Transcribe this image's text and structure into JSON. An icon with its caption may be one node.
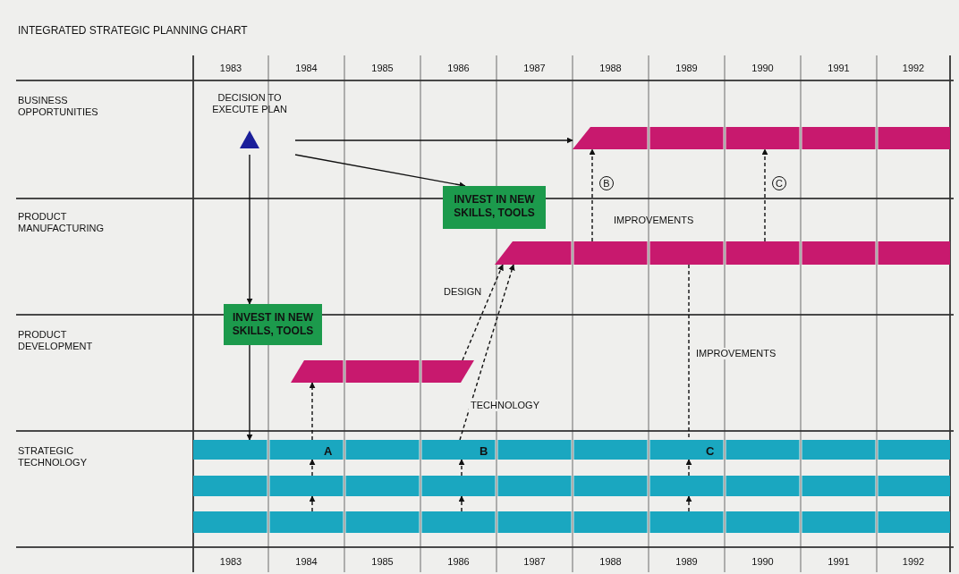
{
  "diagram": {
    "title": "INTEGRATED STRATEGIC PLANNING CHART",
    "nodes": [
      {
        "text": [
          "DECISION TO EXECUTE PLAN"
        ]
      },
      {
        "text": [
          "INVEST IN NEW SKILLS, TOOLS"
        ]
      },
      {
        "text": [
          "INVEST IN NEW SKILLS, TOOLS"
        ]
      },
      {
        "text": [],
        "shape": "bar"
      },
      {
        "text": [],
        "shape": "bar"
      },
      {
        "text": [],
        "shape": "bar"
      },
      {
        "text": [],
        "shape": "bar"
      },
      {
        "text": [],
        "shape": "bar"
      },
      {
        "text": [],
        "shape": "bar"
      }
    ],
    "edges": [
      {
        "from": 0,
        "to": 3,
        "arrow": "to"
      },
      {
        "from": 0,
        "to": 1,
        "arrow": "to"
      },
      {
        "from": 0,
        "to": 2,
        "arrow": "to"
      },
      {
        "from": 2,
        "to": 6,
        "arrow": "to"
      },
      {
        "from": 6,
        "to": 5,
        "arrow": "to",
        "style": "dashed"
      },
      {
        "from": 7,
        "to": 6,
        "arrow": "to",
        "style": "dashed"
      },
      {
        "from": 8,
        "to": 7,
        "arrow": "to",
        "style": "dashed"
      },
      {
        "from": 7,
        "to": 6,
        "arrow": "to",
        "style": "dashed"
      },
      {
        "from": 8,
        "to": 7,
        "arrow": "to",
        "style": "dashed"
      },
      {
        "from": 7,
        "to": 6,
        "arrow": "to",
        "style": "dashed"
      },
      {
        "from": 8,
        "to": 7,
        "arrow": "to",
        "style": "dashed"
      },
      {
        "from": 6,
        "to": 4,
        "arrow": "to",
        "style": "dashed",
        "label": "TECHNOLOGY"
      },
      {
        "from": 5,
        "to": 4,
        "arrow": "to",
        "style": "dashed",
        "label": "DESIGN"
      },
      {
        "from": 4,
        "to": 3,
        "arrow": "to",
        "style": "dashed",
        "label": "B"
      },
      {
        "from": 4,
        "to": 3,
        "arrow": "to",
        "style": "dashed",
        "label": "C"
      },
      {
        "from": 4,
        "to": 6,
        "arrow": "none",
        "style": "dashed",
        "label": "IMPROVEMENTS"
      }
    ],
    "labels": [
      "1983",
      "1984",
      "1985",
      "1986",
      "1987",
      "1988",
      "1989",
      "1990",
      "1991",
      "1992",
      "BUSINESS OPPORTUNITIES",
      "PRODUCT MANUFACTURING",
      "IMPROVEMENTS",
      "PRODUCT DEVELOPMENT",
      "STRATEGIC TECHNOLOGY",
      "A",
      "B",
      "C",
      "1983",
      "1984",
      "1985",
      "1986",
      "1987",
      "1988",
      "1989",
      "1990",
      "1991",
      "1992"
    ]
  }
}
